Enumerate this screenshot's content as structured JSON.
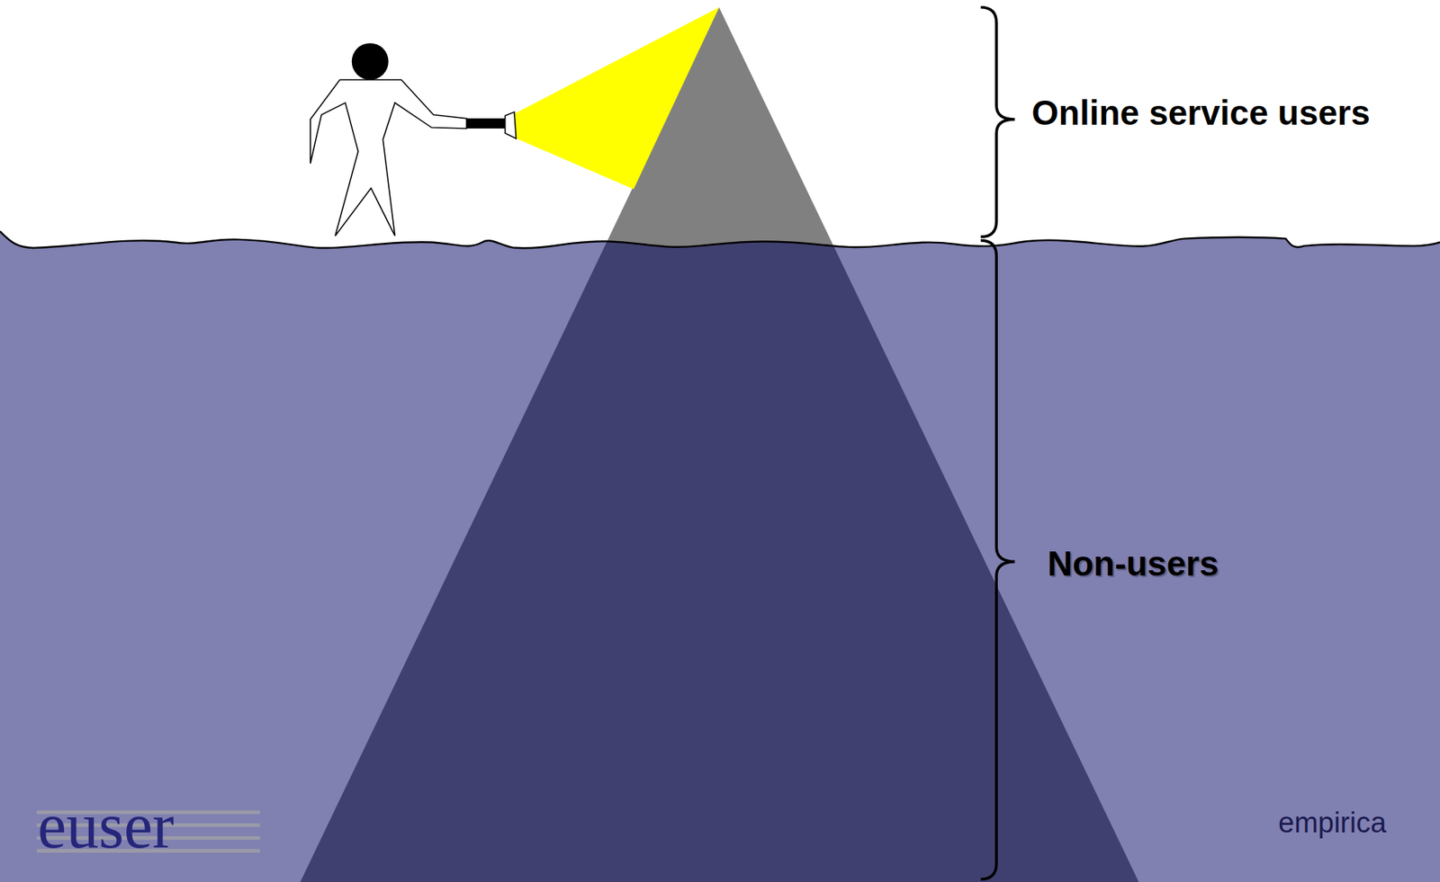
{
  "diagram": {
    "labels": [
      "Online service users",
      "Non-users",
      "euser",
      "empirica"
    ]
  }
}
